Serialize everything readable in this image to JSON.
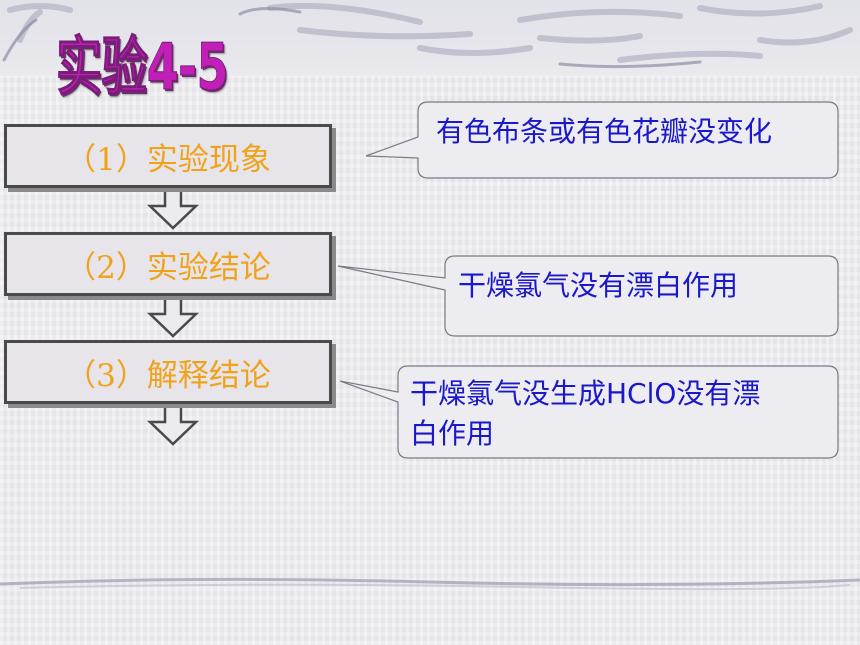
{
  "title": "实验4-5",
  "steps": [
    {
      "label": "（1）实验现象"
    },
    {
      "label": "（2）实验结论"
    },
    {
      "label": "（3）解释结论"
    }
  ],
  "callouts": [
    {
      "text": "有色布条或有色花瓣没变化"
    },
    {
      "text": "干燥氯气没有漂白作用"
    },
    {
      "text_line1": "干燥氯气没生成HClO没有漂",
      "text_line2": "白作用"
    }
  ],
  "colors": {
    "title": "#c21fb8",
    "step_text": "#f0a21a",
    "callout_text": "#1a18c8",
    "box_border": "#4a4a4a"
  }
}
